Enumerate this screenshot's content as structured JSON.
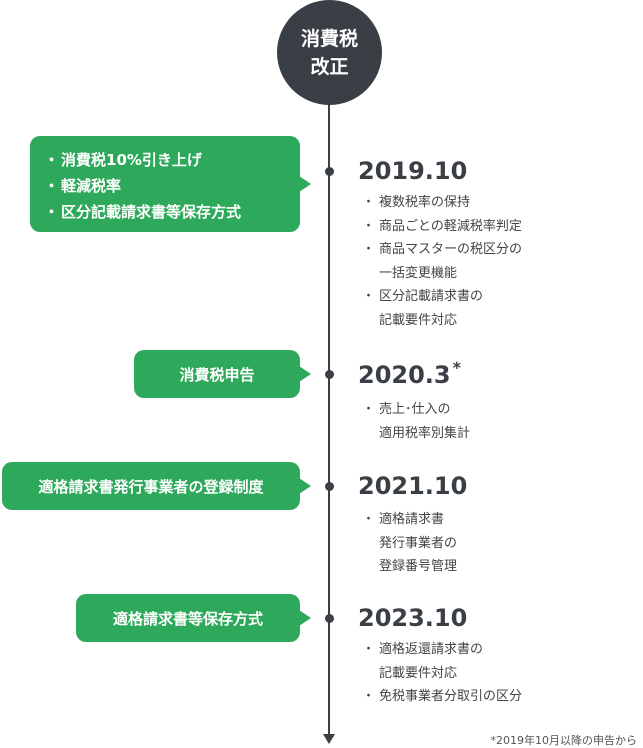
{
  "header": {
    "line1": "消費税",
    "line2": "改正"
  },
  "events": [
    {
      "bubble_items": [
        "消費税10%引き上げ",
        "軽減税率",
        "区分記載請求書等保存方式"
      ],
      "year": "2019.10",
      "year_mark": "",
      "details": [
        "複数税率の保持",
        "商品ごとの軽減税率判定",
        "商品マスターの税区分の\n一括変更機能",
        "区分記載請求書の\n記載要件対応"
      ]
    },
    {
      "bubble": "消費税申告",
      "year": "2020.3",
      "year_mark": "*",
      "details": [
        "売上･仕入の\n適用税率別集計"
      ]
    },
    {
      "bubble": "適格請求書発行事業者の登録制度",
      "year": "2021.10",
      "year_mark": "",
      "details": [
        "適格請求書\n発行事業者の\n登録番号管理"
      ]
    },
    {
      "bubble": "適格請求書等保存方式",
      "year": "2023.10",
      "year_mark": "",
      "details": [
        "適格返還請求書の\n記載要件対応",
        "免税事業者分取引の区分"
      ]
    }
  ],
  "footnote": "*2019年10月以降の申告から",
  "colors": {
    "accent_green": "#2ea85a",
    "dark": "#3a3f45"
  }
}
